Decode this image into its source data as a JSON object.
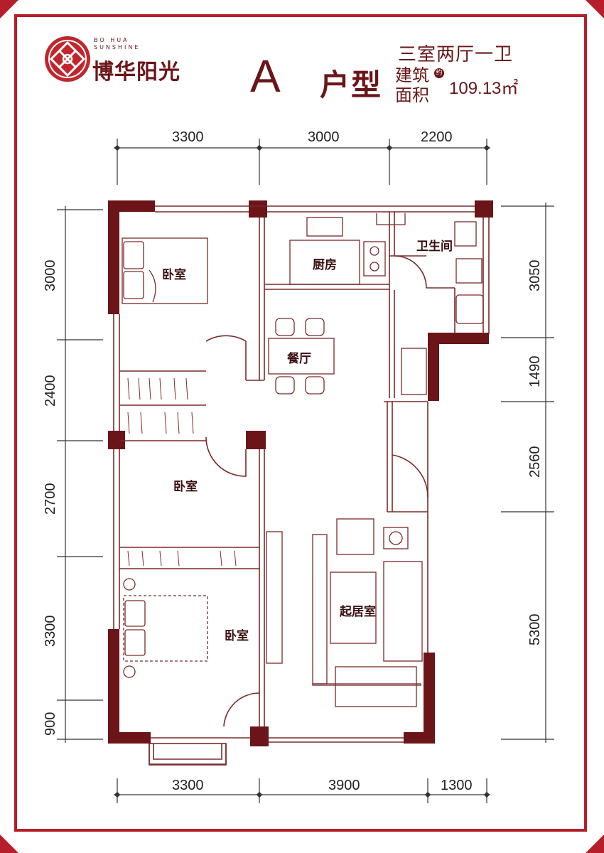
{
  "brand": {
    "name_cn": "博华阳光",
    "name_en_line1": "BO HUA",
    "name_en_line2": "SUNSHINE"
  },
  "unit": {
    "type_letter": "A",
    "type_label": "户型",
    "layout": "三室两厅一卫",
    "area_label_1": "建筑",
    "area_label_2": "面积",
    "approx_mark": "约",
    "area_value": "109.13㎡"
  },
  "rooms": {
    "bedroom_top": "卧室",
    "kitchen": "厨房",
    "bathroom": "卫生间",
    "dining": "餐厅",
    "bedroom_mid": "卧室",
    "bedroom_bottom": "卧室",
    "living": "起居室"
  },
  "dimensions": {
    "top": [
      "3300",
      "3000",
      "2200"
    ],
    "bottom": [
      "3300",
      "3900",
      "1300"
    ],
    "left": [
      "3000",
      "2400",
      "2700",
      "3300",
      "900"
    ],
    "right": [
      "3050",
      "1490",
      "2560",
      "5300"
    ]
  },
  "colors": {
    "frame": "#b51e2a",
    "wall": "#6b1518",
    "line": "#7a2a2a"
  }
}
